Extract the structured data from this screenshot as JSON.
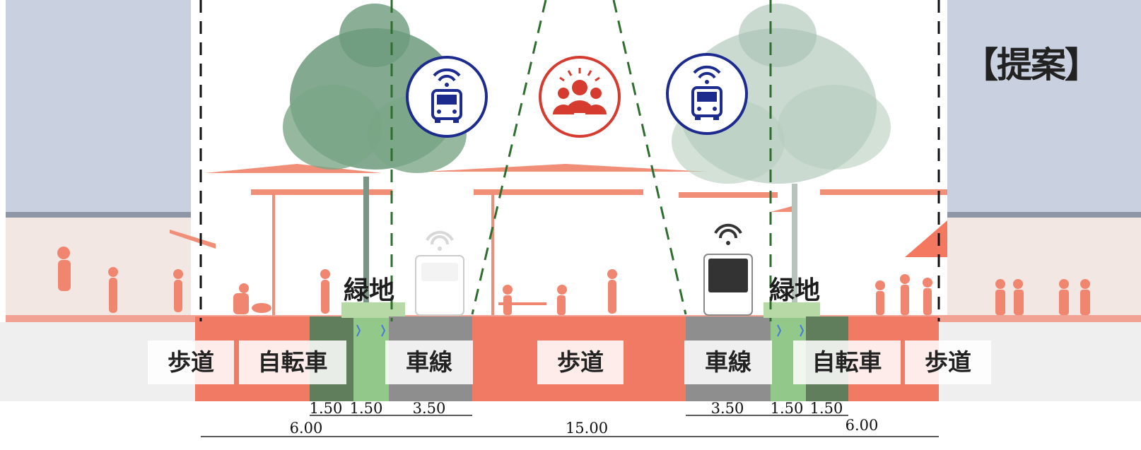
{
  "title": "【提案】",
  "zone_labels": {
    "sidewalk_left": "歩道",
    "bicycle_left": "自転車",
    "lane_left": "車線",
    "sidewalk_center": "歩道",
    "lane_right": "車線",
    "bicycle_right": "自転車",
    "sidewalk_right": "歩道"
  },
  "green_labels": {
    "left": "緑地",
    "right": "緑地"
  },
  "dimensions": {
    "left_bike": "1.50",
    "left_green": "1.50",
    "left_lane": "3.50",
    "left_total": "6.00",
    "center_total": "15.00",
    "right_lane": "3.50",
    "right_green": "1.50",
    "right_bike": "1.50",
    "right_total": "6.00"
  },
  "icons": {
    "left": "autonomous-bus-icon",
    "center": "people-gathering-icon",
    "right": "autonomous-bus-icon"
  },
  "colors": {
    "sidewalk": "#f07a64",
    "lane": "#8e8e8e",
    "green": "#92c98a",
    "bus_icon": "#1d2b8e",
    "people_icon": "#d63b2f",
    "guide_green": "#2f6e2f",
    "building": "#c9d1e0"
  }
}
